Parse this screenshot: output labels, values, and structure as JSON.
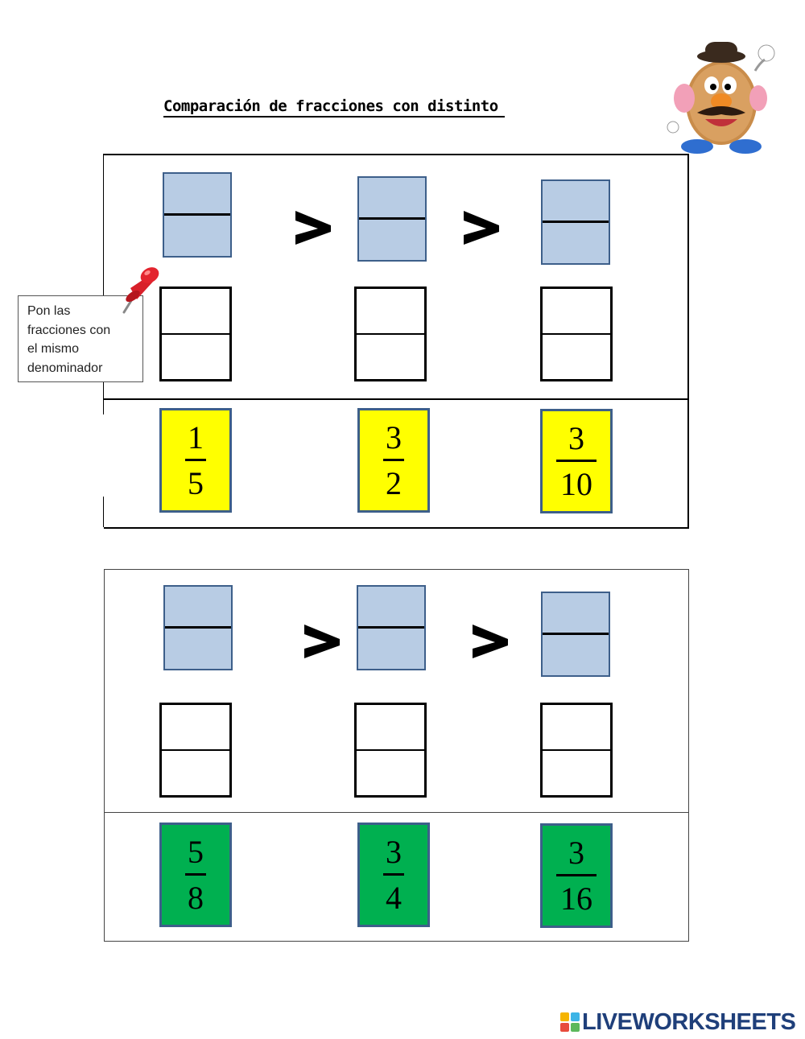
{
  "title": "Comparación de fracciones con distinto",
  "note": {
    "line1": "Pon las",
    "line2": "fracciones con",
    "line3": "el mismo",
    "line4": "denominador"
  },
  "exercise1": {
    "fractions": [
      {
        "numerator": "1",
        "denominator": "5"
      },
      {
        "numerator": "3",
        "denominator": "2"
      },
      {
        "numerator": "3",
        "denominator": "10"
      }
    ],
    "card_color": "#ffff00"
  },
  "exercise2": {
    "fractions": [
      {
        "numerator": "5",
        "denominator": "8"
      },
      {
        "numerator": "3",
        "denominator": "4"
      },
      {
        "numerator": "3",
        "denominator": "16"
      }
    ],
    "card_color": "#00b050"
  },
  "brand": {
    "name": "LIVEWORKSHEETS",
    "text_color": "#1f3f7a",
    "mark_colors": [
      "#f5b400",
      "#3cb4e6",
      "#e84c3d",
      "#5cb85c"
    ]
  },
  "icons": {
    "pushpin": "pushpin-icon",
    "character": "mr-potato-head-illustration"
  }
}
